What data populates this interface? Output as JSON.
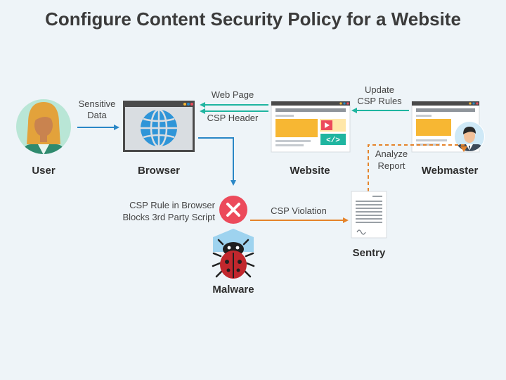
{
  "title": "Configure Content Security Policy for a Website",
  "nodes": {
    "user": "User",
    "browser": "Browser",
    "website": "Website",
    "webmaster": "Webmaster",
    "sentry": "Sentry",
    "malware": "Malware"
  },
  "edges": {
    "sensitive_data": [
      "Sensitive",
      "Data"
    ],
    "web_page": "Web Page",
    "csp_header": "CSP Header",
    "update_csp_rules": [
      "Update",
      "CSP Rules"
    ],
    "analyze_report": [
      "Analyze",
      "Report"
    ],
    "csp_violation": "CSP Violation",
    "csp_rule_block": [
      "CSP Rule in Browser",
      "Blocks 3rd Party Script"
    ]
  },
  "colors": {
    "blue": "#2a87c6",
    "teal": "#1fb5a0",
    "orange": "#e5832a",
    "red": "#ec4a5b",
    "yellow": "#f7b733",
    "background": "#eef4f8"
  }
}
